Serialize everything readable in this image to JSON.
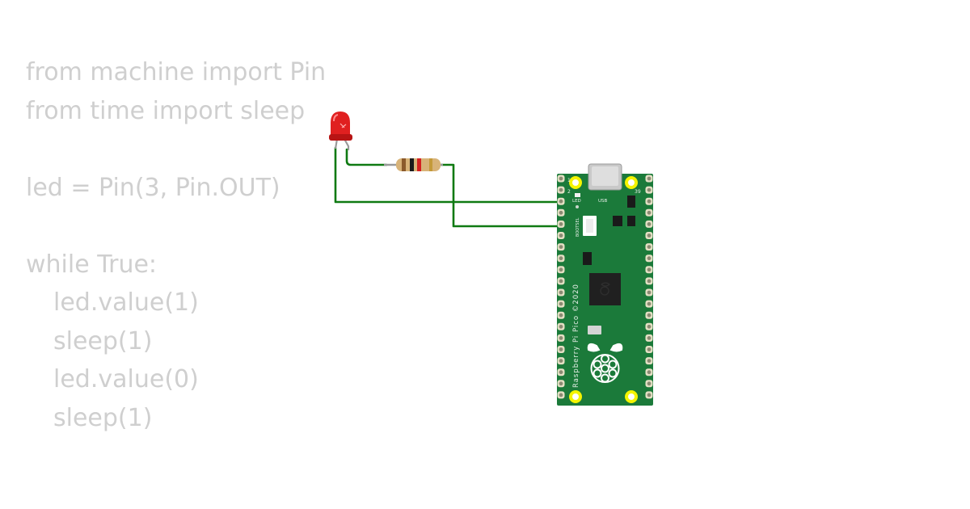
{
  "code": {
    "lines": [
      "from machine import Pin",
      "from time import sleep",
      "",
      "led = Pin(3, Pin.OUT)",
      "",
      "while True:",
      "led.value(1)",
      "sleep(1)",
      "led.value(0)",
      "sleep(1)"
    ]
  },
  "board": {
    "silkscreen_name": "Raspberry Pi Pico ©2020",
    "label_led": "LED",
    "label_usb": "USB",
    "label_bootsel": "BOOTSEL",
    "pin_1": "1",
    "pin_2": "2",
    "pin_39": "39"
  },
  "colors": {
    "wire": "#0f7a12",
    "pcb": "#1b7a3a",
    "led": "#e02020",
    "resistor_body": "#d8b378",
    "code_text": "#cfcfcf"
  }
}
